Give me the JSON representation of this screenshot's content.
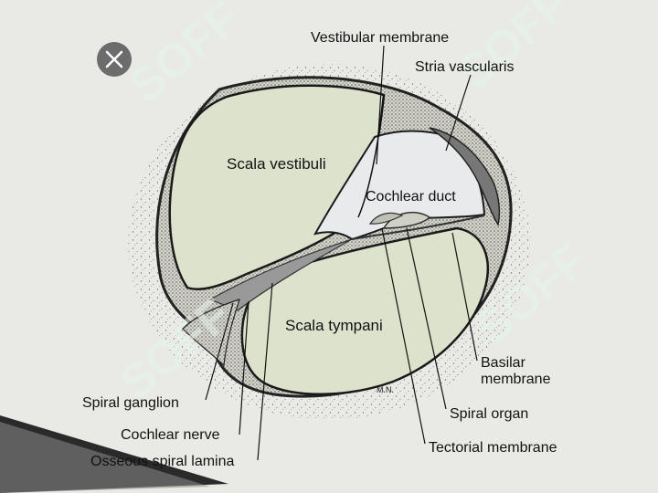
{
  "colors": {
    "background": "#dcdedf",
    "slide": "#e9eae6",
    "scala_fill": "#dde2cc",
    "duct_fill": "#e8eaec",
    "watermark": "#bfe6d0",
    "close_button": "#6c6c6c"
  },
  "close_icon": "close-x-icon",
  "watermark_text": "SOFF",
  "signature": "M.N.",
  "labels": {
    "vestibular_membrane": "Vestibular membrane",
    "stria_vascularis": "Stria vascularis",
    "scala_vestibuli": "Scala vestibuli",
    "cochlear_duct": "Cochlear duct",
    "scala_tympani": "Scala tympani",
    "basilar_membrane_1": "Basilar",
    "basilar_membrane_2": "membrane",
    "spiral_organ": "Spiral organ",
    "spiral_ganglion": "Spiral ganglion",
    "cochlear_nerve": "Cochlear nerve",
    "osseous_spiral_lamina": "Osseous spiral lamina",
    "tectorial_membrane": "Tectorial membrane"
  }
}
